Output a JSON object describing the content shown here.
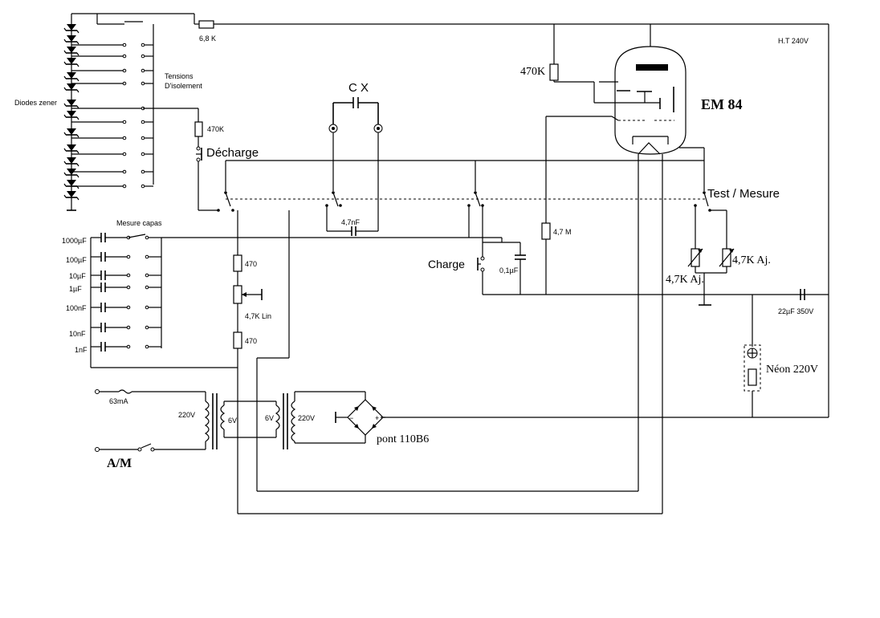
{
  "labels": {
    "diodes_zener": "Diodes zener",
    "tensions_1": "Tensions",
    "tensions_2": "D'isolement",
    "r_68k": "6,8 K",
    "r_470k_left": "470K",
    "decharge": "Décharge",
    "cx": "C X",
    "c_47nf": "4,7nF",
    "r_470k_top": "470K",
    "ht": "H.T 240V",
    "em84": "EM 84",
    "test_mesure": "Test / Mesure",
    "mesure_capas": "Mesure capas",
    "cap_1000uf": "1000µF",
    "cap_100uf": "100µF",
    "cap_10uf": "10µF",
    "cap_1uf": "1µF",
    "cap_100nf": "100nF",
    "cap_10nf": "10nF",
    "cap_1nf": "1nF",
    "r_470_a": "470",
    "pot_47k": "4,7K Lin",
    "r_470_b": "470",
    "charge": "Charge",
    "c_01uf": "0,1µF",
    "r_47m": "4,7 M",
    "aj_left": "4,7K Aj.",
    "aj_right": "4,7K Aj.",
    "c_22uf": "22µF 350V",
    "neon": "Néon 220V",
    "fuse": "63mA",
    "tr1_primary": "220V",
    "tr1_secondary": "6V",
    "tr2_primary": "6V",
    "tr2_secondary": "220V",
    "bridge": "pont 110B6",
    "am": "A/M",
    "bridge_minus": "−",
    "bridge_plus": "+"
  }
}
